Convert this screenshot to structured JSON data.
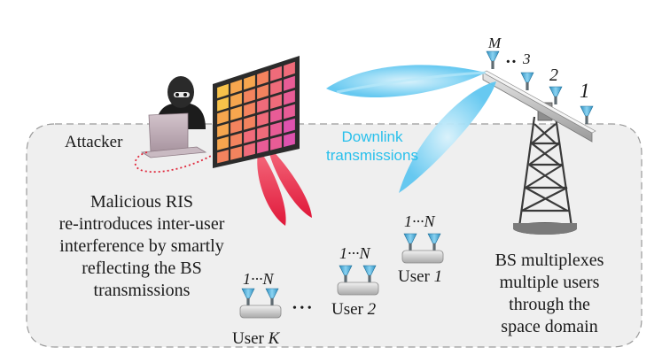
{
  "labels": {
    "attacker": "Attacker",
    "downlink_line1": "Downlink",
    "downlink_line2": "transmissions",
    "ris_line1": "Malicious RIS",
    "ris_line2": "re-introduces inter-user",
    "ris_line3": "interference by smartly",
    "ris_line4": "reflecting the BS",
    "ris_line5": "transmissions",
    "bs_line1": "BS multiplexes",
    "bs_line2": "multiple users",
    "bs_line3": "through the",
    "bs_line4": "space domain"
  },
  "bs_antennas": {
    "m": "M",
    "dots": "··",
    "a3": "3",
    "a2": "2",
    "a1": "1"
  },
  "users": [
    {
      "range_prefix": "1···",
      "range_n": "N",
      "name": "User",
      "index": "1"
    },
    {
      "range_prefix": "1···",
      "range_n": "N",
      "name": "User",
      "index": "2"
    },
    {
      "range_prefix": "1···",
      "range_n": "N",
      "name": "User",
      "index": "K"
    }
  ],
  "between_users_dots": "• • •",
  "colors": {
    "downlink_text": "#29c0ec",
    "beam_blue": "#7fd3f4",
    "beam_red": "#ee2d4d",
    "ground": "#efefef",
    "ris_frame": "#2b2b2b",
    "dotted_cable": "#e0283c"
  },
  "icons": [
    "attacker-figure",
    "laptop",
    "ris-panel",
    "base-station-tower",
    "antenna",
    "user-device"
  ]
}
